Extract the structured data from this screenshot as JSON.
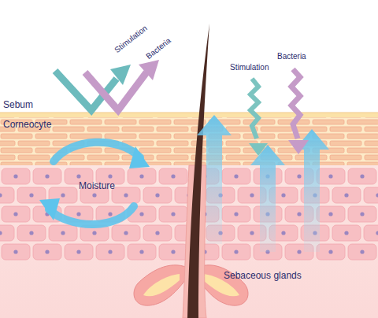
{
  "diagram": {
    "labels": [
      "Stimulation",
      "Bacteria",
      "Sebum",
      "Corneocyte",
      "Moisture",
      "Stimulation",
      "Bacteria",
      "Sebaceous glands"
    ]
  }
}
